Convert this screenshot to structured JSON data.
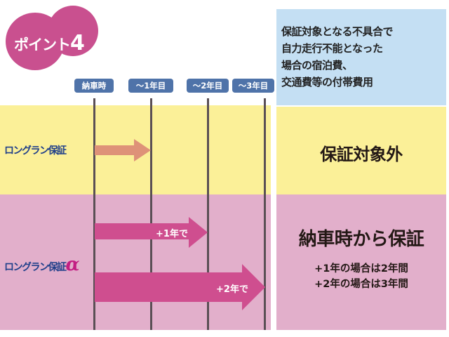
{
  "badge": {
    "label": "ポイント",
    "number": "4",
    "color": "#c9508f"
  },
  "timeline": {
    "ticks": [
      {
        "label": "納車時"
      },
      {
        "label": "～1年目"
      },
      {
        "label": "～2年目"
      },
      {
        "label": "～3年目"
      }
    ],
    "tick_color": "#4f73a9"
  },
  "rows": {
    "standard": {
      "label": "ロングラン保証",
      "band_color": "#fbf098",
      "arrow_color": "#de9278",
      "arrow": {
        "from": "納車時",
        "to": "～1年目"
      }
    },
    "alpha": {
      "label": "ロングラン保証",
      "suffix": "α",
      "band_color": "#e2afcb",
      "arrow_color": "#cf4e8f",
      "arrows": [
        {
          "label": "+1年で",
          "from": "納車時",
          "to": "～2年目"
        },
        {
          "label": "+2年で",
          "from": "納車時",
          "to": "～3年目"
        }
      ]
    }
  },
  "info_panel": {
    "header_lines": [
      "保証対象となる不具合で",
      "自力走行不能となった",
      "場合の宿泊費、",
      "交通費等の付帯費用"
    ],
    "header_color": "#c4dff3",
    "standard_result": "保証対象外",
    "alpha_result": "納車時から保証",
    "alpha_details": [
      "+1年の場合は2年間",
      "+2年の場合は3年間"
    ]
  }
}
